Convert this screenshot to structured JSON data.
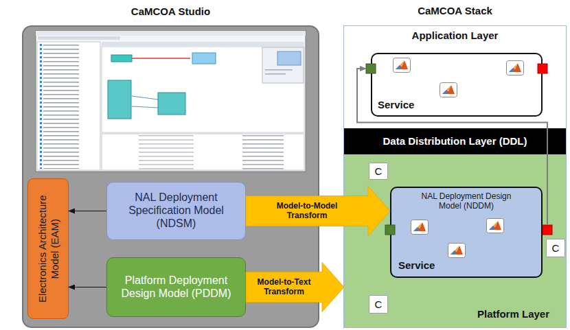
{
  "diagram": {
    "nodes": [
      {
        "text": [
          "CaMCOA Studio"
        ]
      },
      {
        "text": [
          "Electronics Architecture Model (EAM)"
        ],
        "in": 0
      },
      {
        "text": [
          "NAL Deployment Specification Model (NDSM)"
        ],
        "in": 0
      },
      {
        "text": [
          "Platform Deployment Design Model (PDDM)"
        ],
        "in": 0
      },
      {
        "text": [
          "CaMCOA Stack"
        ]
      },
      {
        "text": [
          "Application Layer"
        ],
        "in": 4
      },
      {
        "text": [
          "Service"
        ],
        "in": 5
      },
      {
        "text": [
          "Data Distribution Layer (DDL)"
        ],
        "in": 4
      },
      {
        "text": [
          "Platform Layer"
        ],
        "in": 4
      },
      {
        "text": [
          "NAL Deployment Design Model (NDDM)",
          "Service"
        ],
        "in": 8
      },
      {
        "text": [
          "C"
        ],
        "in": 8
      },
      {
        "text": [
          "C"
        ],
        "in": 8
      },
      {
        "text": [
          "C"
        ],
        "in": 8
      }
    ],
    "edges": [
      {
        "from": 2,
        "to": 1,
        "arrow": "to"
      },
      {
        "from": 3,
        "to": 1,
        "arrow": "to"
      },
      {
        "from": 2,
        "to": 9,
        "arrow": "to",
        "label": "Model-to-Model Transform"
      },
      {
        "from": 3,
        "to": 8,
        "arrow": "to",
        "label": "Model-to-Text Transform"
      },
      {
        "from": 9,
        "to": 6,
        "arrow": "to"
      }
    ]
  }
}
